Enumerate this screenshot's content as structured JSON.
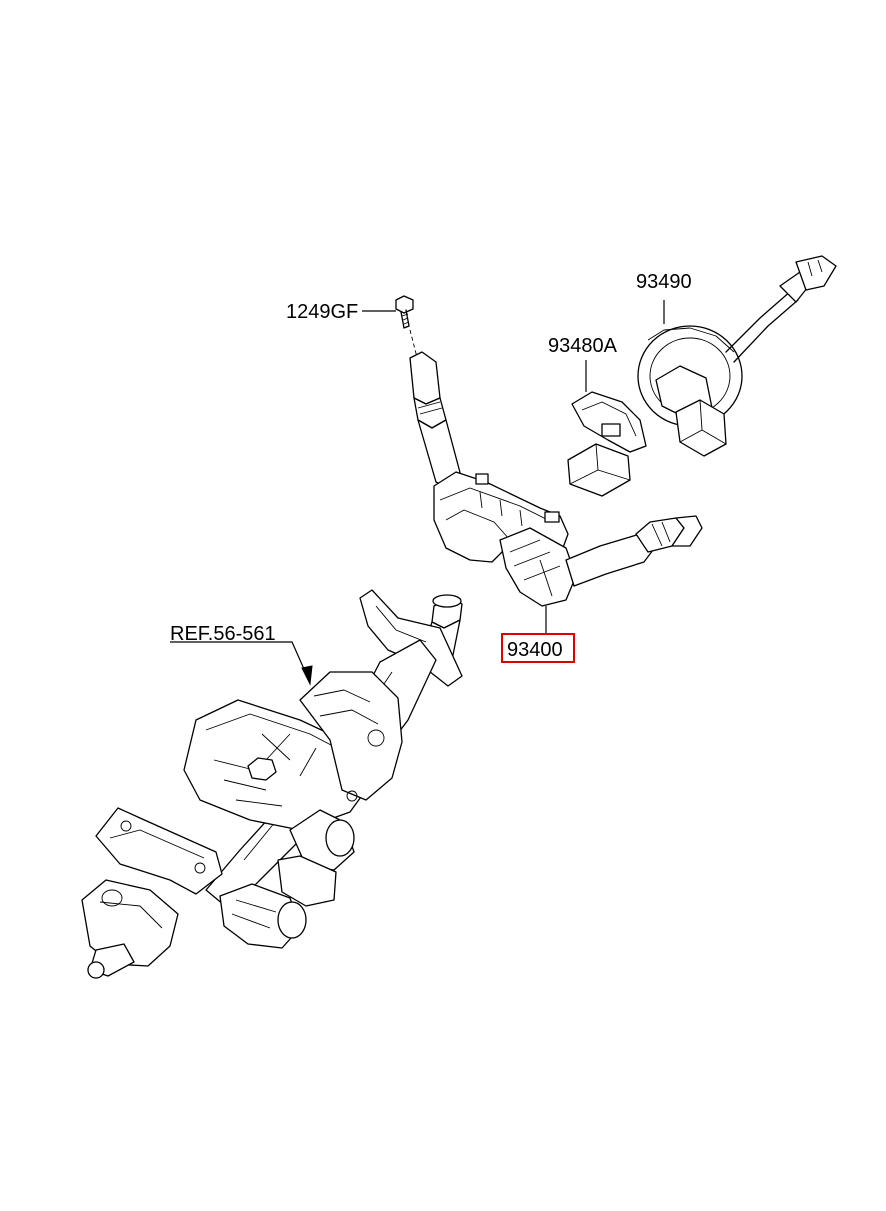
{
  "diagram": {
    "labels": {
      "bolt": "1249GF",
      "clock_spring": "93490",
      "sensor": "93480A",
      "multifunction_switch": "93400",
      "column_ref": "REF.56-561"
    },
    "highlighted_part": "93400",
    "highlight_color": "#e00000"
  }
}
